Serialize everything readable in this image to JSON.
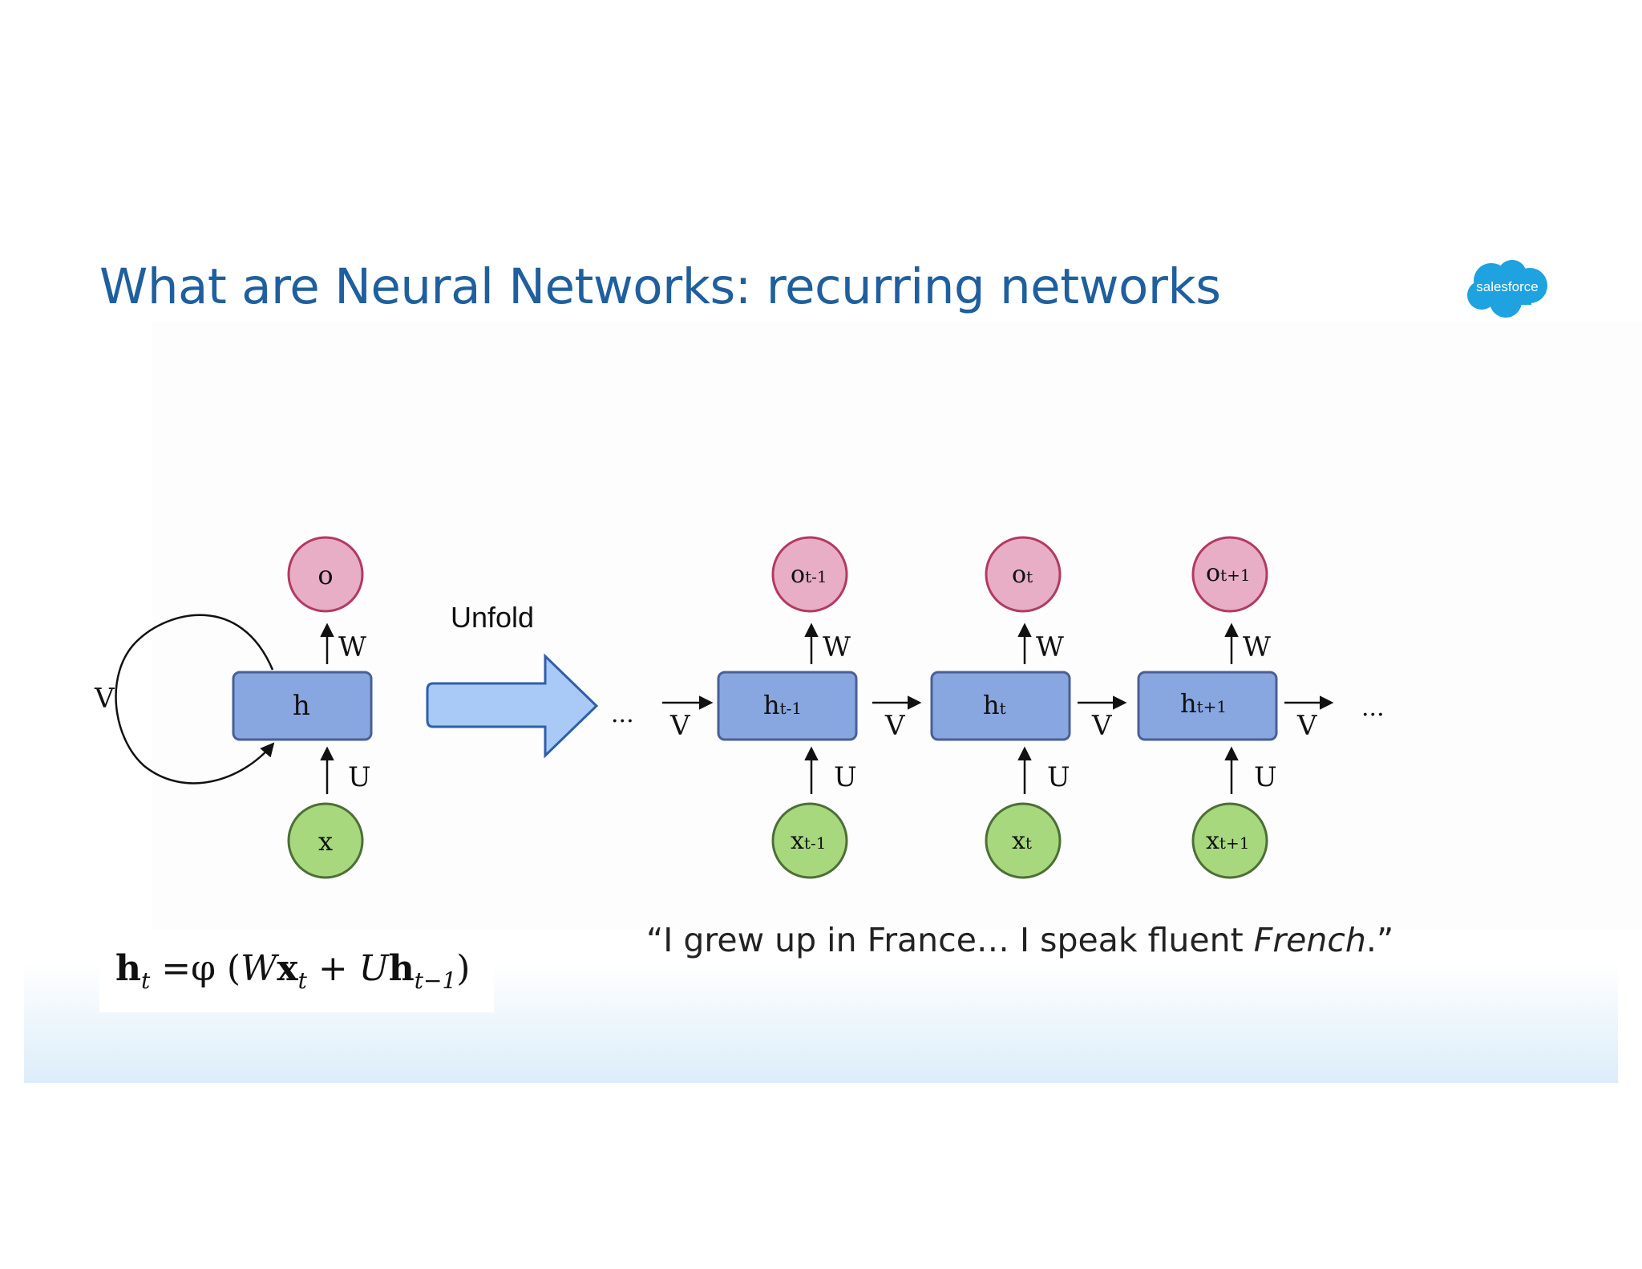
{
  "slide": {
    "title": "What are Neural Networks: recurring networks",
    "logo_text": "salesforce"
  },
  "diagram": {
    "folded": {
      "output": "o",
      "hidden": "h",
      "input": "x",
      "loop_weight": "V",
      "output_weight": "W",
      "input_weight": "U"
    },
    "unfold_label": "Unfold",
    "ellipsis": "...",
    "unfolded": [
      {
        "output_base": "o",
        "output_sub": "t-1",
        "hidden_base": "h",
        "hidden_sub": "t-1",
        "input_base": "x",
        "input_sub": "t-1",
        "w": "W",
        "u": "U",
        "v_in": "V"
      },
      {
        "output_base": "o",
        "output_sub": "t",
        "hidden_base": "h",
        "hidden_sub": "t",
        "input_base": "x",
        "input_sub": "t",
        "w": "W",
        "u": "U",
        "v_in": "V"
      },
      {
        "output_base": "o",
        "output_sub": "t+1",
        "hidden_base": "h",
        "hidden_sub": "t+1",
        "input_base": "x",
        "input_sub": "t+1",
        "w": "W",
        "u": "U",
        "v_in": "V"
      }
    ],
    "v_out": "V",
    "colors": {
      "output_fill": "#e8aec5",
      "output_stroke": "#b23a62",
      "hidden_fill": "#88a6e0",
      "hidden_stroke": "#4a5f95",
      "input_fill": "#a8d87e",
      "input_stroke": "#4d6e36",
      "arrow_fill": "#a9c9f6",
      "arrow_stroke": "#2e5faa",
      "title": "#1f5f9e",
      "logo": "#1ea2e0"
    }
  },
  "equation": {
    "lhs_base": "h",
    "lhs_sub": "t",
    "equals_phi": " =φ (",
    "W": "W",
    "x_base": "x",
    "x_sub": "t",
    "plus": " + ",
    "U": "U",
    "h_base": "h",
    "h_sub": "t−1",
    "close": ")"
  },
  "quote": {
    "before": "“I grew up in France… I speak fluent ",
    "emphasis": "French",
    "after": ".”"
  }
}
